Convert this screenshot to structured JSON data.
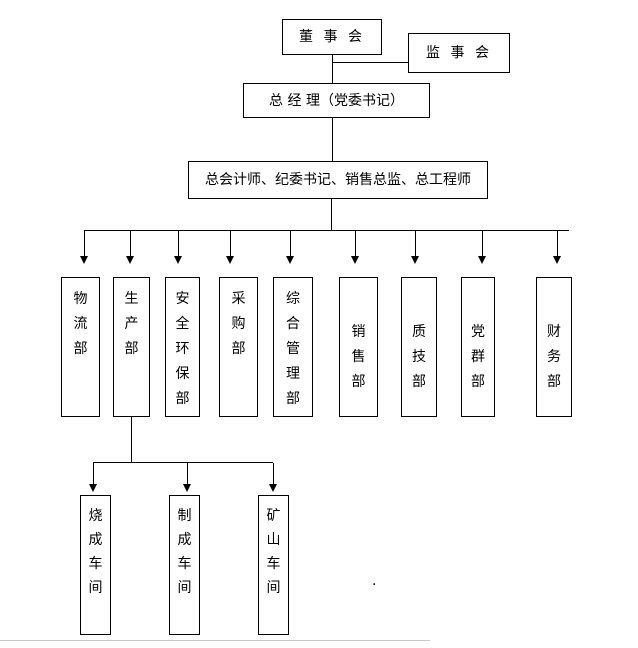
{
  "org_chart": {
    "board": {
      "label": "董 事 会"
    },
    "supervisory_board": {
      "label": "监 事 会"
    },
    "general_manager": {
      "label": "总 经 理（党委书记）"
    },
    "executives": {
      "label": "总会计师、纪委书记、销售总监、总工程师"
    },
    "departments": [
      {
        "label": "物流部"
      },
      {
        "label": "生产部"
      },
      {
        "label": "安全环保部"
      },
      {
        "label": "采购部"
      },
      {
        "label": "综合管理部"
      },
      {
        "label": "销售部"
      },
      {
        "label": "质技部"
      },
      {
        "label": "党群部"
      },
      {
        "label": "财务部"
      }
    ],
    "production_workshops": [
      {
        "label": "烧成车间"
      },
      {
        "label": "制成车间"
      },
      {
        "label": "矿山车间"
      }
    ],
    "stray_mark": "."
  },
  "colors": {
    "line": "#000000",
    "background": "#ffffff",
    "page_edge": "#c9c9c9"
  }
}
